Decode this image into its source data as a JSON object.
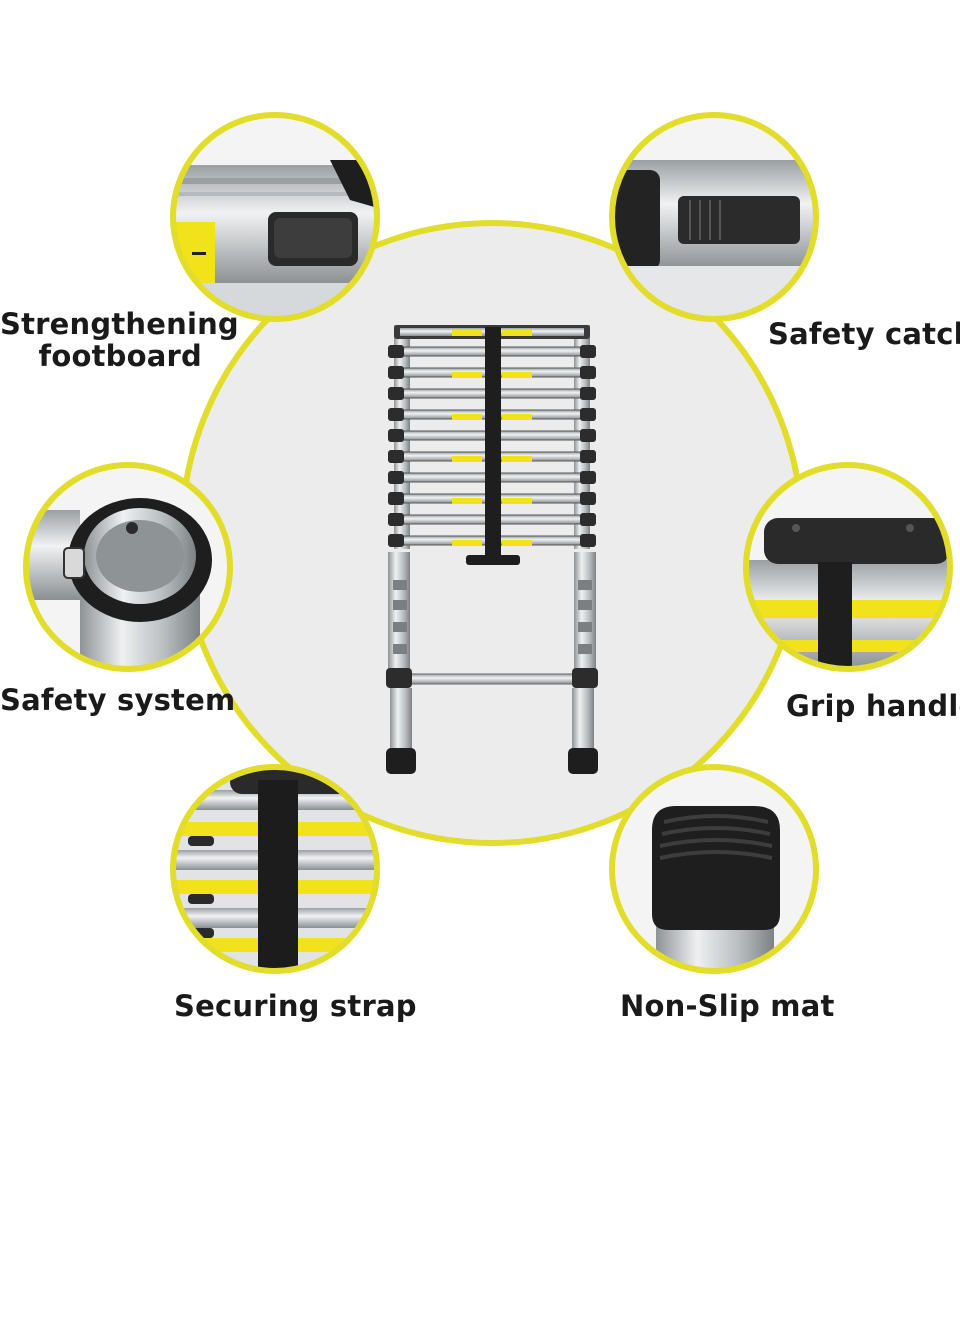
{
  "features": {
    "strengthening_footboard": "Strengthening\nfootboard",
    "safety_catch": "Safety catch",
    "safety_system": "Safety system",
    "grip_handle": "Grip handle",
    "securing_strap": "Securing strap",
    "non_slip_mat": "Non-Slip mat"
  },
  "colors": {
    "ring": "#e2dc2a",
    "center_bg": "#ececec",
    "strap": "#1e1e1e",
    "label_yellow": "#f2e21c",
    "aluminium": "#c9cdd0"
  }
}
